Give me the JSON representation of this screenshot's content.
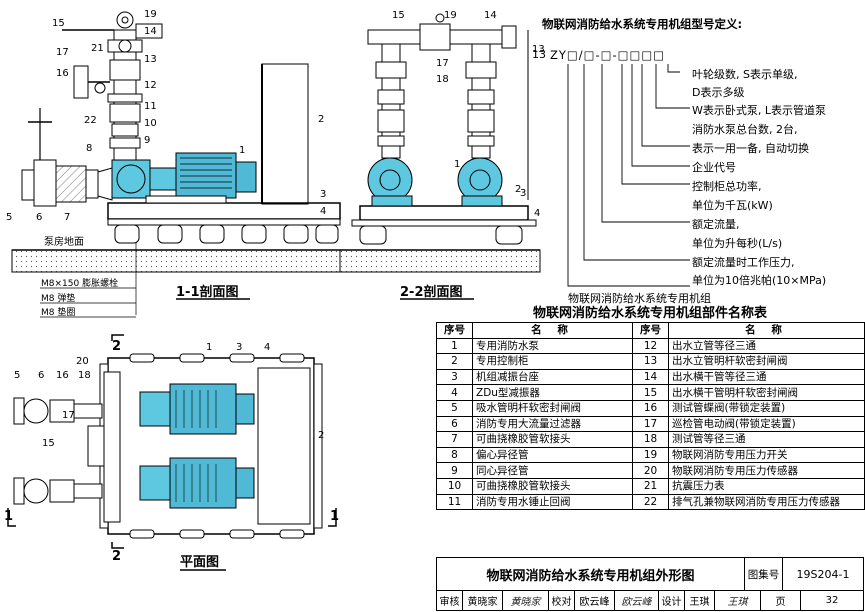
{
  "section_views": {
    "view_1_1_caption": "1-1剖面图",
    "view_2_2_caption": "2-2剖面图",
    "plan_caption": "平面图",
    "floor_label": "泵房地面",
    "bolt_notes": [
      "M8×150 膨胀螺栓",
      "M8 弹垫",
      "M8 垫圈"
    ],
    "section_marks": [
      "1",
      "1",
      "2",
      "2"
    ]
  },
  "callouts": {
    "view_1_1": [
      "15",
      "19",
      "21",
      "14",
      "17",
      "13",
      "16",
      "12",
      "11",
      "22",
      "10",
      "9",
      "8",
      "1",
      "2",
      "3",
      "4",
      "5",
      "6",
      "7"
    ],
    "view_2_2": [
      "15",
      "19",
      "14",
      "17",
      "18",
      "13",
      "1",
      "2",
      "3",
      "4"
    ],
    "plan": [
      "1",
      "2",
      "3",
      "4",
      "5",
      "6",
      "16",
      "18",
      "20",
      "17",
      "15"
    ]
  },
  "model_definition": {
    "title": "物联网消防给水系统专用机组型号定义:",
    "code_prefix": "13",
    "code": "ZY□/□-□-□□□□",
    "items": [
      "叶轮级数, S表示单级,",
      "D表示多级",
      "W表示卧式泵, L表示管道泵",
      "消防水泵总台数, 2台,",
      "表示一用一备, 自动切换",
      "企业代号",
      "控制柜总功率,",
      "单位为千瓦(kW)",
      "额定流量,",
      "单位为升每秒(L/s)",
      "额定流量时工作压力,",
      "单位为10倍兆帕(10×MPa)",
      "物联网消防给水系统专用机组"
    ]
  },
  "parts_table": {
    "title": "物联网消防给水系统专用机组部件名称表",
    "headers": [
      "序号",
      "名 称",
      "序号",
      "名 称"
    ],
    "rows": [
      [
        "1",
        "专用消防水泵",
        "12",
        "出水立管等径三通"
      ],
      [
        "2",
        "专用控制柜",
        "13",
        "出水立管明杆软密封闸阀"
      ],
      [
        "3",
        "机组减振台座",
        "14",
        "出水横干管等径三通"
      ],
      [
        "4",
        "ZDu型减振器",
        "15",
        "出水横干管明杆软密封闸阀"
      ],
      [
        "5",
        "吸水管明杆软密封闸阀",
        "16",
        "测试管蝶阀(带锁定装置)"
      ],
      [
        "6",
        "消防专用大流量过滤器",
        "17",
        "巡检管电动阀(带锁定装置)"
      ],
      [
        "7",
        "可曲挠橡胶管软接头",
        "18",
        "测试管等径三通"
      ],
      [
        "8",
        "偏心异径管",
        "19",
        "物联网消防专用压力开关"
      ],
      [
        "9",
        "同心异径管",
        "20",
        "物联网消防专用压力传感器"
      ],
      [
        "10",
        "可曲挠橡胶管软接头",
        "21",
        "抗震压力表"
      ],
      [
        "11",
        "消防专用水锤止回阀",
        "22",
        "排气孔兼物联网消防专用压力传感器"
      ]
    ]
  },
  "title_block": {
    "drawing_title": "物联网消防给水系统专用机组外形图",
    "atlas_label": "图集号",
    "atlas_no": "19S204-1",
    "review_label": "审核",
    "reviewer": "黄晓家",
    "reviewer_sig": "黄晓家",
    "check_label": "校对",
    "checker": "欧云峰",
    "checker_sig": "欧云峰",
    "design_label": "设计",
    "designer": "王琪",
    "designer_sig": "王琪",
    "page_label": "页",
    "page_no": "32"
  },
  "colors": {
    "pump_cyan": "#5ec8e0",
    "motor_cyan": "#4fb9d6",
    "line": "#000000",
    "hatch": "#888888"
  }
}
